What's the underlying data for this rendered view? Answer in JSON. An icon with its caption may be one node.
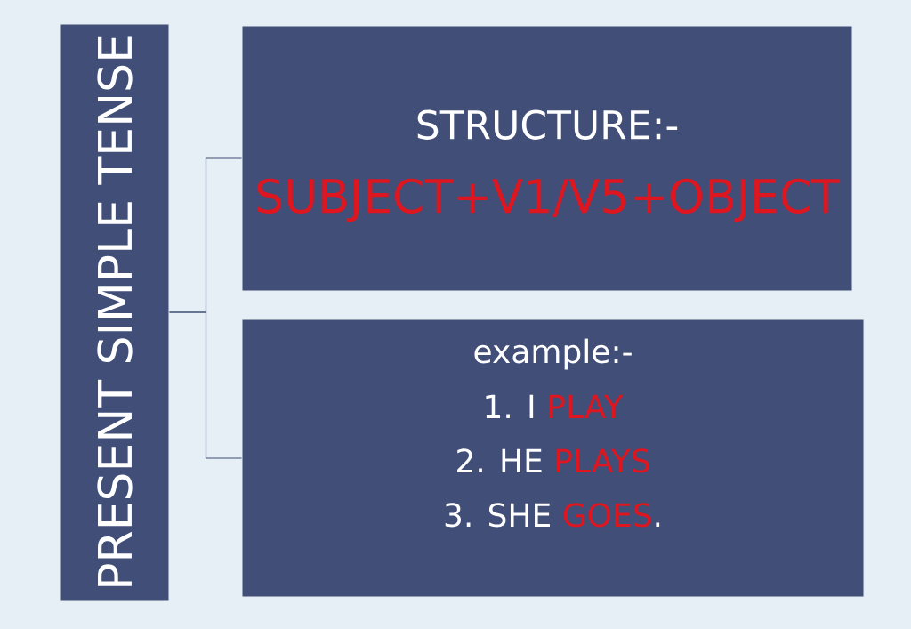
{
  "diagram": {
    "nodes": [
      {
        "text": [
          "PRESENT SIMPLE TENSE"
        ]
      },
      {
        "text": [
          "STRUCTURE:-",
          "SUBJECT+V1/V5+OBJECT"
        ]
      },
      {
        "text": [
          "example:-",
          "1. I",
          "PLAY",
          "2. HE",
          "PLAYS",
          "3. SHE",
          "GOES",
          "."
        ]
      }
    ],
    "edges": [
      {
        "from": 0,
        "to": 1,
        "arrow": "none"
      },
      {
        "from": 0,
        "to": 2,
        "arrow": "none"
      }
    ]
  }
}
